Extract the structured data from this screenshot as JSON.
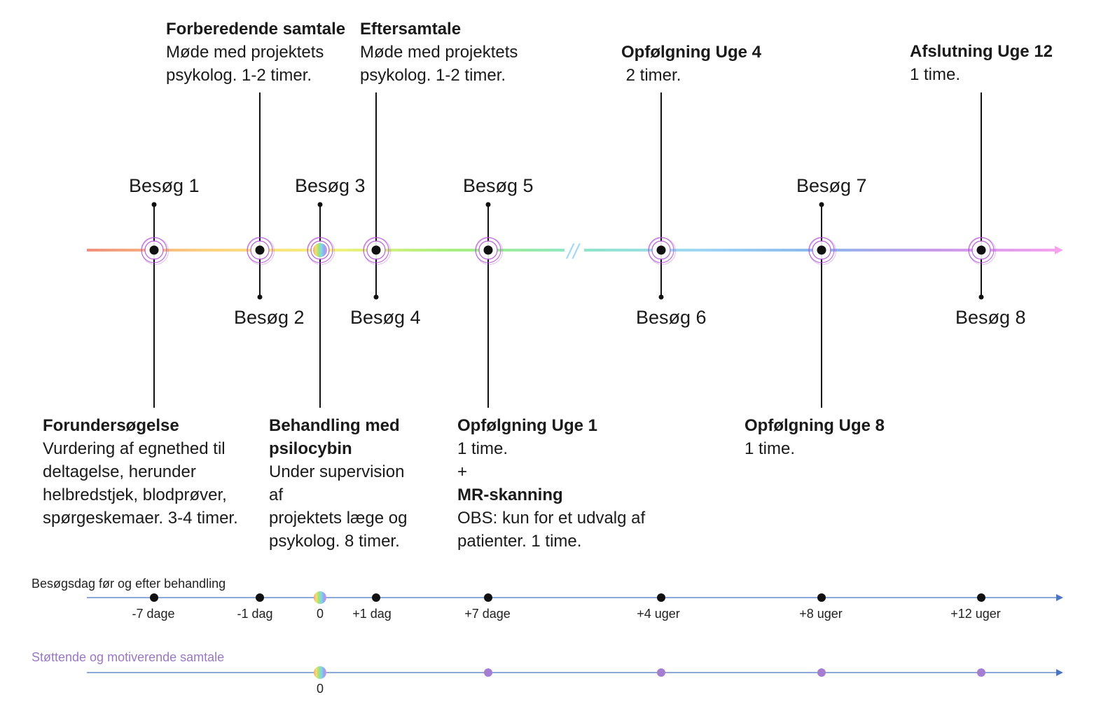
{
  "colors": {
    "gradient": [
      "#f08f7e",
      "#ffd27f",
      "#f6f27c",
      "#a9ee80",
      "#8fe6c4",
      "#9fd8f5",
      "#8cb8ee",
      "#c79bea",
      "#f6a2ee"
    ],
    "ring": "#b24ed6",
    "axis": "#4a74c4",
    "support_dot": "#a57ed2",
    "support_title": "#9a77c4"
  },
  "visits": [
    {
      "label": "Besøg 1",
      "pos": "top"
    },
    {
      "label": "Besøg 2",
      "pos": "bottom"
    },
    {
      "label": "Besøg 3",
      "pos": "top",
      "treatment": true
    },
    {
      "label": "Besøg 4",
      "pos": "bottom"
    },
    {
      "label": "Besøg 5",
      "pos": "top"
    },
    {
      "label": "Besøg 6",
      "pos": "bottom"
    },
    {
      "label": "Besøg 7",
      "pos": "top"
    },
    {
      "label": "Besøg 8",
      "pos": "bottom"
    }
  ],
  "events": [
    {
      "title": "Forberedende samtale",
      "text": "Møde med projektets\npsykolog. 1-2 timer."
    },
    {
      "title": "Eftersamtale",
      "text": "Møde med projektets\npsykolog. 1-2 timer."
    },
    {
      "title": "Opfølgning Uge 4",
      "text": " 2 timer."
    },
    {
      "title": "Afslutning Uge 12",
      "text": "1 time."
    },
    {
      "title": "Forundersøgelse",
      "text": "Vurdering af egnethed til\ndeltagelse, herunder\nhelbredstjek, blodprøver,\nspørgeskemaer. 3-4 timer."
    },
    {
      "title": "Behandling med psilocybin",
      "text": "Under supervision af\nprojektets læge og\npsykolog. 8 timer."
    },
    {
      "title": "Opfølgning Uge 1",
      "text": "1 time.\n+",
      "title2": "MR-skanning",
      "text2": "OBS: kun for et udvalg af\npatienter. 1 time."
    },
    {
      "title": "Opfølgning Uge 8",
      "text": "1 time."
    }
  ],
  "break_mark": "//",
  "visit_days": {
    "title": "Besøgsdag før og efter behandling",
    "ticks": [
      "-7 dage",
      "-1 dag",
      "0",
      "+1 dag",
      "+7 dage",
      "+4 uger",
      "+8 uger",
      "+12 uger"
    ]
  },
  "support": {
    "title": "Støttende og motiverende samtale",
    "zero_label": "0"
  }
}
